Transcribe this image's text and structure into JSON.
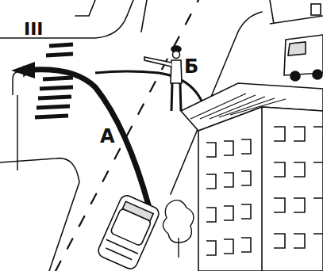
{
  "diagram": {
    "labels": [
      "III",
      "Б",
      "А"
    ]
  }
}
